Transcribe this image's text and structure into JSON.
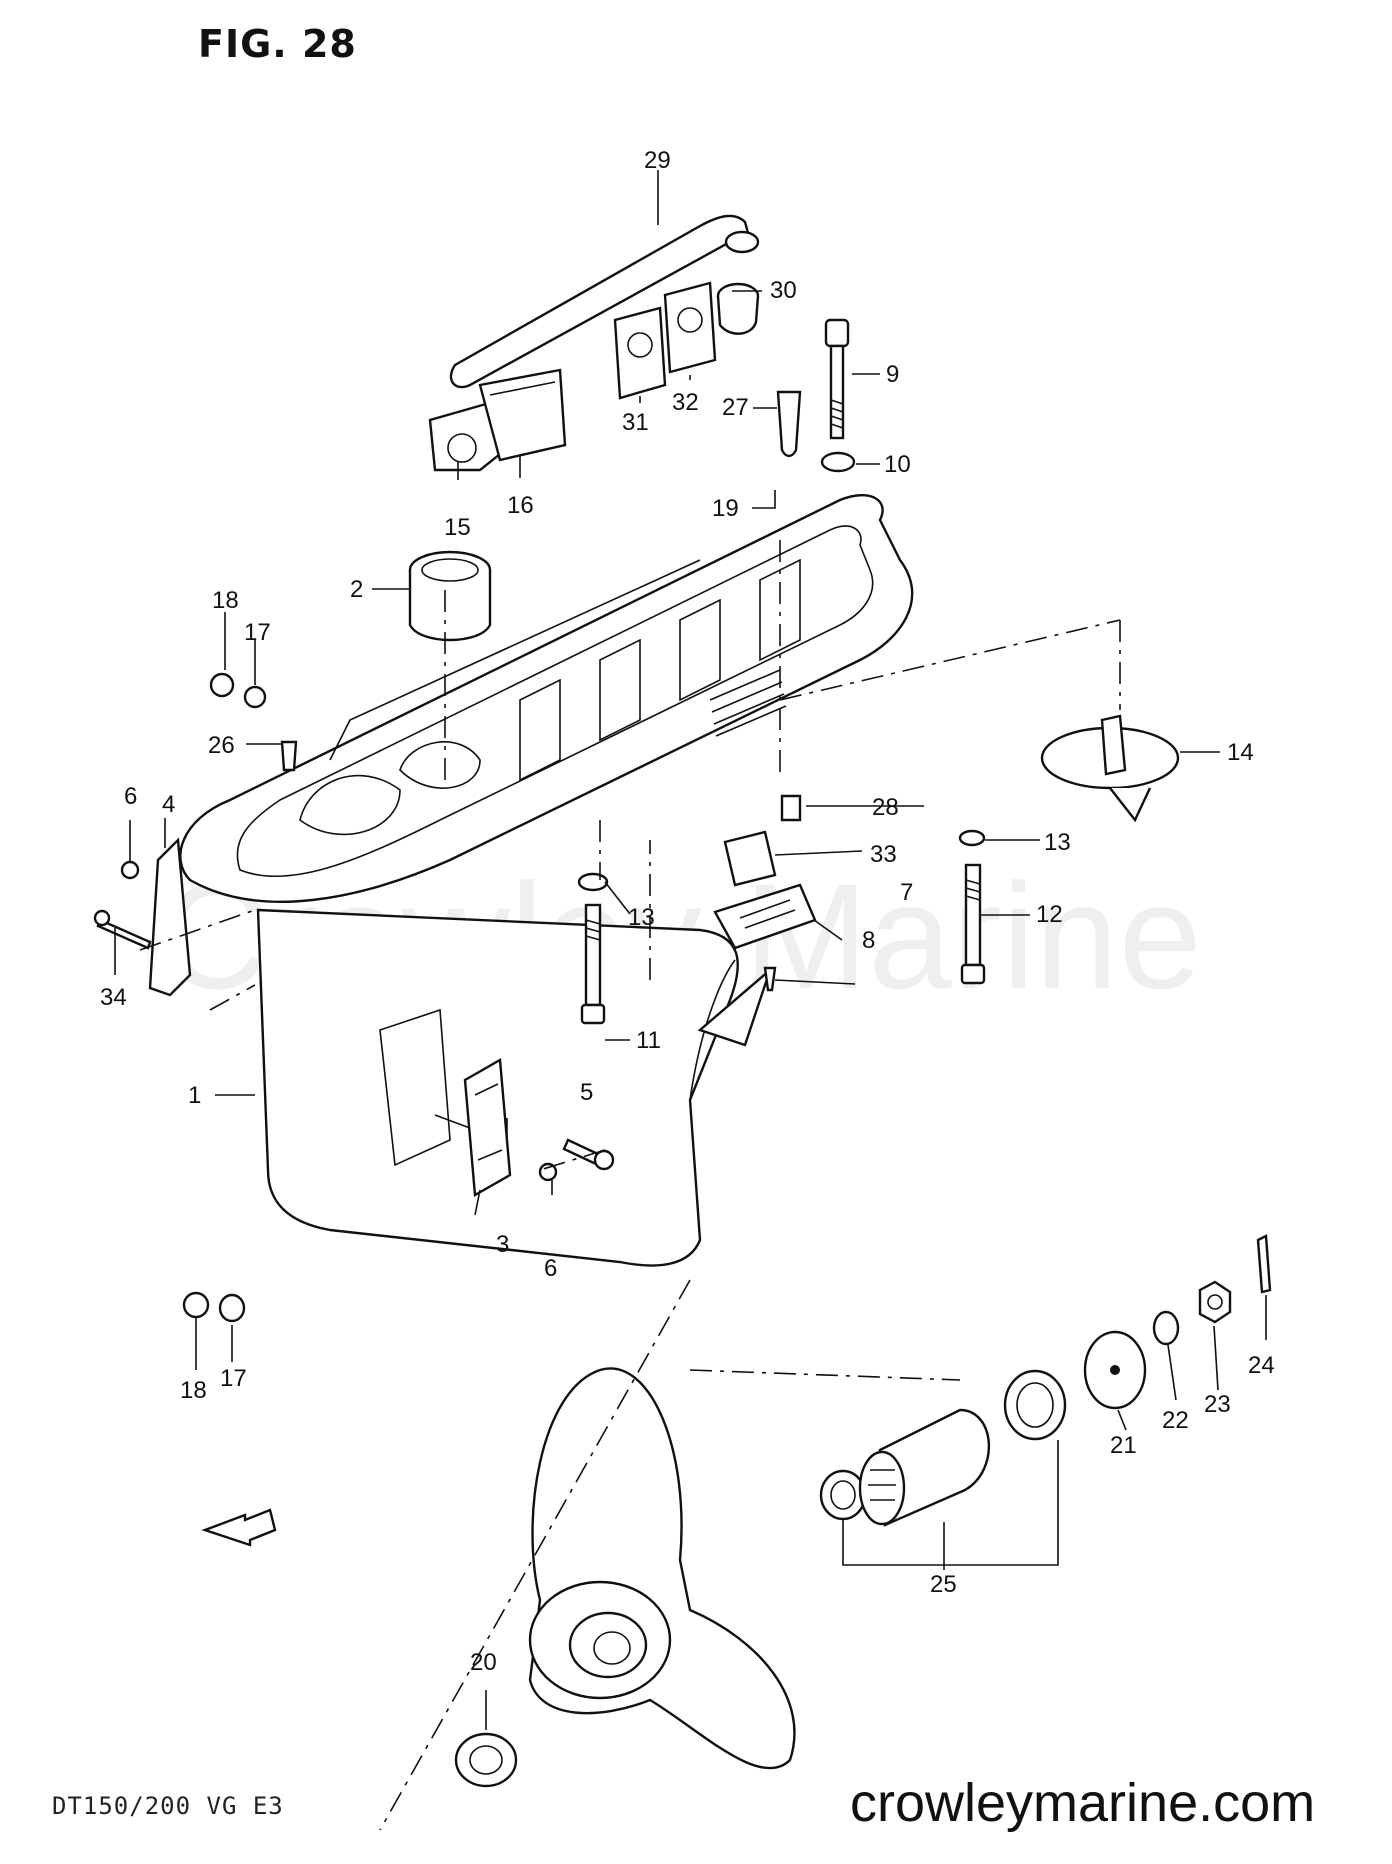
{
  "figure": {
    "title": "FIG. 28",
    "model_code": "DT150/200 VG E3",
    "watermark": "Crowley Marine",
    "website": "crowleymarine.com",
    "fwd_label": "FWD"
  },
  "callouts": [
    {
      "key": "c1",
      "text": "1"
    },
    {
      "key": "c2",
      "text": "2"
    },
    {
      "key": "c3",
      "text": "3"
    },
    {
      "key": "c4",
      "text": "4"
    },
    {
      "key": "c5",
      "text": "5"
    },
    {
      "key": "c6a",
      "text": "6"
    },
    {
      "key": "c6b",
      "text": "6"
    },
    {
      "key": "c7",
      "text": "7"
    },
    {
      "key": "c8",
      "text": "8"
    },
    {
      "key": "c9",
      "text": "9"
    },
    {
      "key": "c10",
      "text": "10"
    },
    {
      "key": "c11",
      "text": "11"
    },
    {
      "key": "c12",
      "text": "12"
    },
    {
      "key": "c13a",
      "text": "13"
    },
    {
      "key": "c13b",
      "text": "13"
    },
    {
      "key": "c14",
      "text": "14"
    },
    {
      "key": "c15",
      "text": "15"
    },
    {
      "key": "c16",
      "text": "16"
    },
    {
      "key": "c17a",
      "text": "17"
    },
    {
      "key": "c17b",
      "text": "17"
    },
    {
      "key": "c18a",
      "text": "18"
    },
    {
      "key": "c18b",
      "text": "18"
    },
    {
      "key": "c19",
      "text": "19"
    },
    {
      "key": "c20",
      "text": "20"
    },
    {
      "key": "c21",
      "text": "21"
    },
    {
      "key": "c22",
      "text": "22"
    },
    {
      "key": "c23",
      "text": "23"
    },
    {
      "key": "c24",
      "text": "24"
    },
    {
      "key": "c25",
      "text": "25"
    },
    {
      "key": "c26",
      "text": "26"
    },
    {
      "key": "c27",
      "text": "27"
    },
    {
      "key": "c28",
      "text": "28"
    },
    {
      "key": "c29",
      "text": "29"
    },
    {
      "key": "c30",
      "text": "30"
    },
    {
      "key": "c31",
      "text": "31"
    },
    {
      "key": "c32",
      "text": "32"
    },
    {
      "key": "c33",
      "text": "33"
    },
    {
      "key": "c34",
      "text": "34"
    }
  ]
}
